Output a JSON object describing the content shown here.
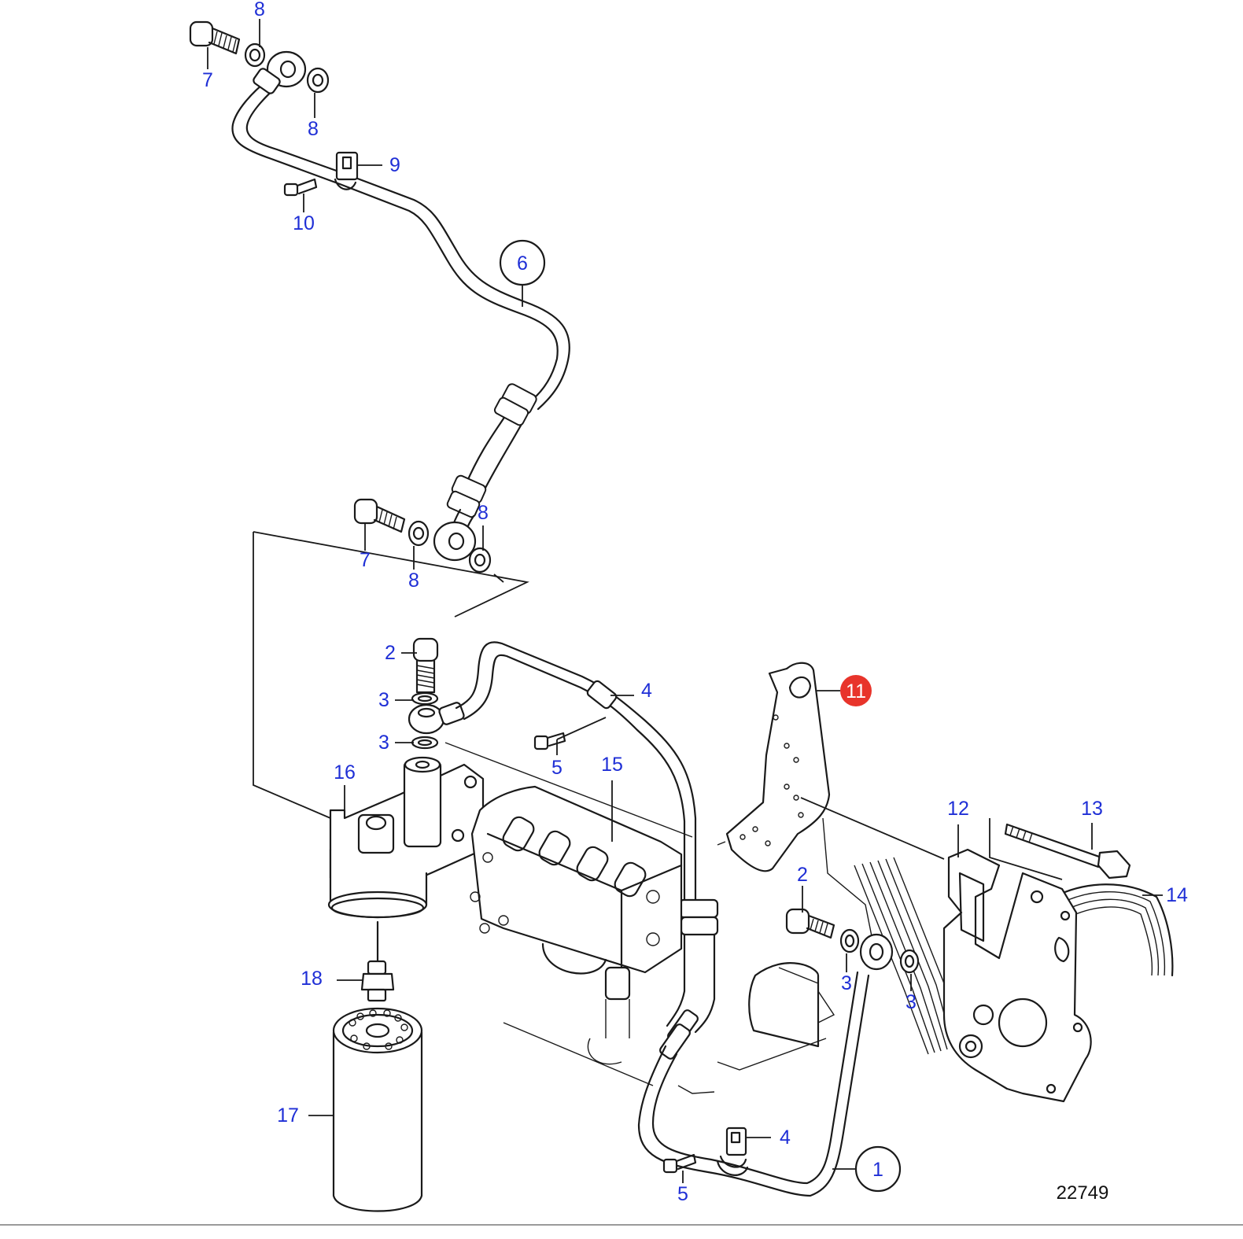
{
  "diagram": {
    "reference_number": "22749",
    "accent_color": "#1f2fd6",
    "highlight_color": "#e8342b",
    "callouts": [
      {
        "id": "c8a",
        "label": "8"
      },
      {
        "id": "c7a",
        "label": "7"
      },
      {
        "id": "c8b",
        "label": "8"
      },
      {
        "id": "c9",
        "label": "9"
      },
      {
        "id": "c10",
        "label": "10"
      },
      {
        "id": "c6",
        "label": "6",
        "style": "circled"
      },
      {
        "id": "c8c",
        "label": "8"
      },
      {
        "id": "c7b",
        "label": "7"
      },
      {
        "id": "c8d",
        "label": "8"
      },
      {
        "id": "c2a",
        "label": "2"
      },
      {
        "id": "c3a",
        "label": "3"
      },
      {
        "id": "c3b",
        "label": "3"
      },
      {
        "id": "c4a",
        "label": "4"
      },
      {
        "id": "c5a",
        "label": "5"
      },
      {
        "id": "c15",
        "label": "15"
      },
      {
        "id": "c16",
        "label": "16"
      },
      {
        "id": "c11",
        "label": "11",
        "style": "highlighted"
      },
      {
        "id": "c12",
        "label": "12"
      },
      {
        "id": "c13",
        "label": "13"
      },
      {
        "id": "c14",
        "label": "14"
      },
      {
        "id": "c2b",
        "label": "2"
      },
      {
        "id": "c3c",
        "label": "3"
      },
      {
        "id": "c3d",
        "label": "3"
      },
      {
        "id": "c18",
        "label": "18"
      },
      {
        "id": "c17",
        "label": "17"
      },
      {
        "id": "c4b",
        "label": "4"
      },
      {
        "id": "c5b",
        "label": "5"
      },
      {
        "id": "c1",
        "label": "1",
        "style": "circled"
      }
    ]
  }
}
